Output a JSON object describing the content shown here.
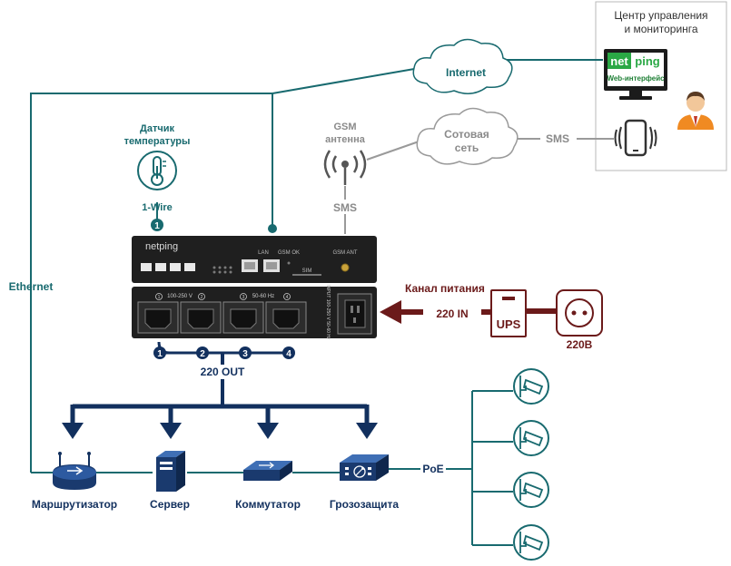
{
  "colors": {
    "teal": "#186a6f",
    "navy": "#12305e",
    "maroon": "#6b1a1a",
    "gray_line": "#9a9a9a",
    "device_dark": "#1f1f1f",
    "netping_green": "#2aa845"
  },
  "control_center": {
    "title_line1": "Центр управления",
    "title_line2": "и мониторинга",
    "monitor_brand_net": "net",
    "monitor_brand_ping": "ping",
    "monitor_caption": "Web-интерфейс",
    "icons": [
      "monitor-icon",
      "phone-icon",
      "user-icon"
    ]
  },
  "cloud_internet": {
    "label": "Internet"
  },
  "cloud_cellular": {
    "label_line1": "Сотовая",
    "label_line2": "сеть"
  },
  "sms_line_label": "SMS",
  "gsm": {
    "label_line1": "GSM",
    "label_line2": "антенна",
    "sms_label": "SMS",
    "icon": "antenna-icon"
  },
  "sensor": {
    "label_line1": "Датчик",
    "label_line2": "температуры",
    "bus_label": "1-Wire",
    "port_number": "1",
    "icon": "thermometer-icon"
  },
  "ethernet_label": "Ethernet",
  "device_top": {
    "brand": "netping",
    "label_lan": "LAN",
    "label_gsm_ok": "GSM OK",
    "label_sim": "SIM",
    "label_gsm_ant": "GSM\nANT"
  },
  "device_bottom": {
    "outlet_numbers": [
      "1",
      "2",
      "3",
      "4"
    ],
    "voltage_left": "100-250 V",
    "freq_right": "50-60 Hz",
    "input_label": "INPUT 100-250 V 50-60 Hz"
  },
  "power_channel": {
    "title": "Канал питания",
    "input_label": "220 IN",
    "ups_label": "UPS",
    "socket_label": "220В"
  },
  "outputs": {
    "numbers": [
      "1",
      "2",
      "3",
      "4"
    ],
    "label": "220 OUT"
  },
  "devices": [
    {
      "label": "Маршрутизатор",
      "icon": "router-icon"
    },
    {
      "label": "Сервер",
      "icon": "server-icon"
    },
    {
      "label": "Коммутатор",
      "icon": "switch-icon"
    },
    {
      "label": "Грозозащита",
      "icon": "surge-protector-icon"
    }
  ],
  "poe_label": "PoE",
  "cameras": [
    "camera-icon",
    "camera-icon",
    "camera-icon",
    "camera-icon"
  ]
}
